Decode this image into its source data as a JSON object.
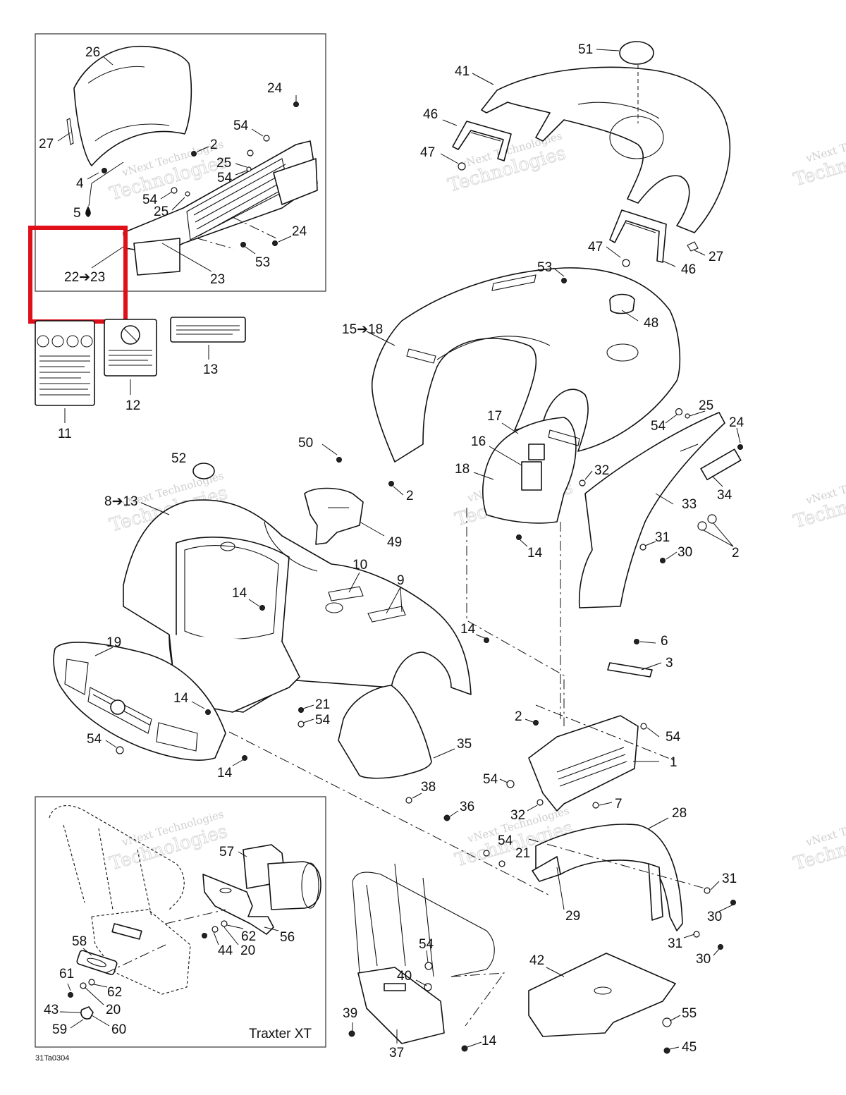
{
  "diagram": {
    "figure_code": "31Ta0304",
    "inset_caption": "Traxter XT",
    "watermark": {
      "line1": "vNext Technologies",
      "line2": "Technologies"
    },
    "highlight_label": "22➔23",
    "labels": [
      {
        "id": "l26",
        "text": "26"
      },
      {
        "id": "l27a",
        "text": "27"
      },
      {
        "id": "l24a",
        "text": "24"
      },
      {
        "id": "l54a",
        "text": "54"
      },
      {
        "id": "l2a",
        "text": "2"
      },
      {
        "id": "l25a",
        "text": "25"
      },
      {
        "id": "l54b",
        "text": "54"
      },
      {
        "id": "l4",
        "text": "4"
      },
      {
        "id": "l5",
        "text": "5"
      },
      {
        "id": "l54c",
        "text": "54"
      },
      {
        "id": "l25b",
        "text": "25"
      },
      {
        "id": "l24b",
        "text": "24"
      },
      {
        "id": "l53a",
        "text": "53"
      },
      {
        "id": "l23",
        "text": "23"
      },
      {
        "id": "l11",
        "text": "11"
      },
      {
        "id": "l12",
        "text": "12"
      },
      {
        "id": "l13",
        "text": "13"
      },
      {
        "id": "l51",
        "text": "51"
      },
      {
        "id": "l41",
        "text": "41"
      },
      {
        "id": "l46a",
        "text": "46"
      },
      {
        "id": "l47a",
        "text": "47"
      },
      {
        "id": "l47b",
        "text": "47"
      },
      {
        "id": "l46b",
        "text": "46"
      },
      {
        "id": "l27b",
        "text": "27"
      },
      {
        "id": "l53b",
        "text": "53"
      },
      {
        "id": "l48",
        "text": "48"
      },
      {
        "id": "l15",
        "text": "15➔18"
      },
      {
        "id": "l17",
        "text": "17"
      },
      {
        "id": "l16",
        "text": "16"
      },
      {
        "id": "l18",
        "text": "18"
      },
      {
        "id": "l2b",
        "text": "2"
      },
      {
        "id": "l54d",
        "text": "54"
      },
      {
        "id": "l25c",
        "text": "25"
      },
      {
        "id": "l24c",
        "text": "24"
      },
      {
        "id": "l32a",
        "text": "32"
      },
      {
        "id": "l34",
        "text": "34"
      },
      {
        "id": "l33",
        "text": "33"
      },
      {
        "id": "l14a",
        "text": "14"
      },
      {
        "id": "l31a",
        "text": "31"
      },
      {
        "id": "l30a",
        "text": "30"
      },
      {
        "id": "l2c",
        "text": "2"
      },
      {
        "id": "l50",
        "text": "50"
      },
      {
        "id": "l52",
        "text": "52"
      },
      {
        "id": "l8",
        "text": "8➔13"
      },
      {
        "id": "l49",
        "text": "49"
      },
      {
        "id": "l10",
        "text": "10"
      },
      {
        "id": "l9",
        "text": "9"
      },
      {
        "id": "l14b",
        "text": "14"
      },
      {
        "id": "l14c",
        "text": "14"
      },
      {
        "id": "l19",
        "text": "19"
      },
      {
        "id": "l14d",
        "text": "14"
      },
      {
        "id": "l21a",
        "text": "21"
      },
      {
        "id": "l54e",
        "text": "54"
      },
      {
        "id": "l54f",
        "text": "54"
      },
      {
        "id": "l14e",
        "text": "14"
      },
      {
        "id": "l6",
        "text": "6"
      },
      {
        "id": "l3",
        "text": "3"
      },
      {
        "id": "l2d",
        "text": "2"
      },
      {
        "id": "l54g",
        "text": "54"
      },
      {
        "id": "l1",
        "text": "1"
      },
      {
        "id": "l35",
        "text": "35"
      },
      {
        "id": "l54h",
        "text": "54"
      },
      {
        "id": "l38",
        "text": "38"
      },
      {
        "id": "l36",
        "text": "36"
      },
      {
        "id": "l7",
        "text": "7"
      },
      {
        "id": "l32b",
        "text": "32"
      },
      {
        "id": "l28",
        "text": "28"
      },
      {
        "id": "l54i",
        "text": "54"
      },
      {
        "id": "l21b",
        "text": "21"
      },
      {
        "id": "l29",
        "text": "29"
      },
      {
        "id": "l31b",
        "text": "31"
      },
      {
        "id": "l30b",
        "text": "30"
      },
      {
        "id": "l31c",
        "text": "31"
      },
      {
        "id": "l30c",
        "text": "30"
      },
      {
        "id": "l57",
        "text": "57"
      },
      {
        "id": "l58",
        "text": "58"
      },
      {
        "id": "l62a",
        "text": "62"
      },
      {
        "id": "l56",
        "text": "56"
      },
      {
        "id": "l44",
        "text": "44"
      },
      {
        "id": "l20a",
        "text": "20"
      },
      {
        "id": "l61",
        "text": "61"
      },
      {
        "id": "l62b",
        "text": "62"
      },
      {
        "id": "l43",
        "text": "43"
      },
      {
        "id": "l20b",
        "text": "20"
      },
      {
        "id": "l59",
        "text": "59"
      },
      {
        "id": "l60",
        "text": "60"
      },
      {
        "id": "l54j",
        "text": "54"
      },
      {
        "id": "l40",
        "text": "40"
      },
      {
        "id": "l39",
        "text": "39"
      },
      {
        "id": "l37",
        "text": "37"
      },
      {
        "id": "l14f",
        "text": "14"
      },
      {
        "id": "l42",
        "text": "42"
      },
      {
        "id": "l55",
        "text": "55"
      },
      {
        "id": "l45",
        "text": "45"
      }
    ]
  }
}
